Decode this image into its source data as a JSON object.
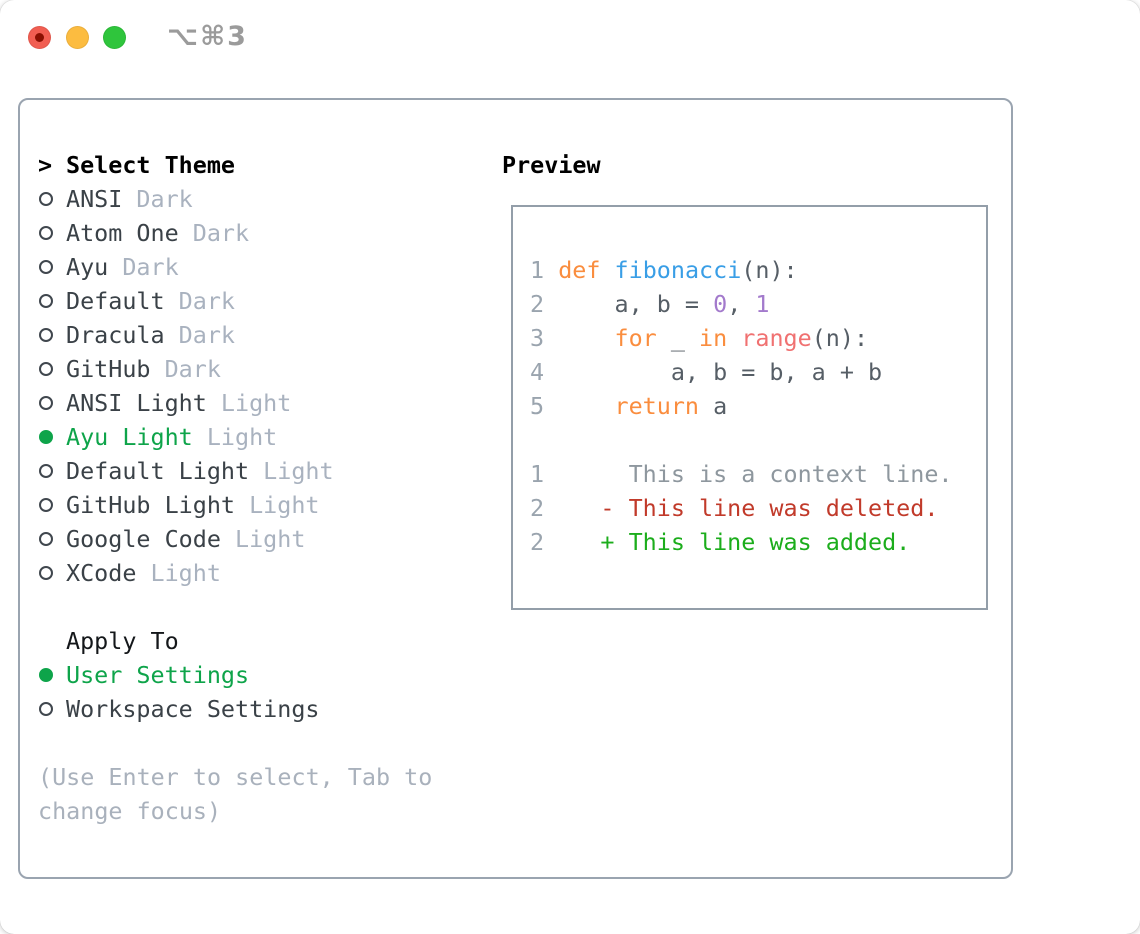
{
  "window": {
    "title": "⌥⌘3",
    "traffic_lights": [
      "close",
      "minimize",
      "zoom"
    ]
  },
  "left": {
    "prompt": ">",
    "title": "Select Theme",
    "themes": [
      {
        "name": "ANSI",
        "variant": "Dark",
        "selected": false
      },
      {
        "name": "Atom One",
        "variant": "Dark",
        "selected": false
      },
      {
        "name": "Ayu",
        "variant": "Dark",
        "selected": false
      },
      {
        "name": "Default",
        "variant": "Dark",
        "selected": false
      },
      {
        "name": "Dracula",
        "variant": "Dark",
        "selected": false
      },
      {
        "name": "GitHub",
        "variant": "Dark",
        "selected": false
      },
      {
        "name": "ANSI Light",
        "variant": "Light",
        "selected": false
      },
      {
        "name": "Ayu Light",
        "variant": "Light",
        "selected": true
      },
      {
        "name": "Default Light",
        "variant": "Light",
        "selected": false
      },
      {
        "name": "GitHub Light",
        "variant": "Light",
        "selected": false
      },
      {
        "name": "Google Code",
        "variant": "Light",
        "selected": false
      },
      {
        "name": "XCode",
        "variant": "Light",
        "selected": false
      }
    ],
    "apply_title": "Apply To",
    "apply_targets": [
      {
        "name": "User Settings",
        "selected": true
      },
      {
        "name": "Workspace Settings",
        "selected": false
      }
    ],
    "help": [
      "(Use Enter to select, Tab to",
      "change focus)"
    ]
  },
  "preview": {
    "title": "Preview",
    "code_lines": [
      {
        "num": "1",
        "tokens": [
          {
            "t": " ",
            "c": "plain"
          },
          {
            "t": "def",
            "c": "keyword"
          },
          {
            "t": " ",
            "c": "plain"
          },
          {
            "t": "fibonacci",
            "c": "function"
          },
          {
            "t": "(n):",
            "c": "plain"
          }
        ]
      },
      {
        "num": "2",
        "tokens": [
          {
            "t": "     a, b = ",
            "c": "plain"
          },
          {
            "t": "0",
            "c": "number"
          },
          {
            "t": ", ",
            "c": "plain"
          },
          {
            "t": "1",
            "c": "number"
          }
        ]
      },
      {
        "num": "3",
        "tokens": [
          {
            "t": "     ",
            "c": "plain"
          },
          {
            "t": "for",
            "c": "keyword"
          },
          {
            "t": " _ ",
            "c": "plain"
          },
          {
            "t": "in",
            "c": "keyword"
          },
          {
            "t": " ",
            "c": "plain"
          },
          {
            "t": "range",
            "c": "range"
          },
          {
            "t": "(n):",
            "c": "plain"
          }
        ]
      },
      {
        "num": "4",
        "tokens": [
          {
            "t": "         a, b = b, a + b",
            "c": "plain"
          }
        ]
      },
      {
        "num": "5",
        "tokens": [
          {
            "t": "     ",
            "c": "plain"
          },
          {
            "t": "return",
            "c": "keyword"
          },
          {
            "t": " a",
            "c": "plain"
          }
        ]
      },
      {
        "num": "",
        "tokens": []
      },
      {
        "num": "1",
        "tokens": [
          {
            "t": "      This is a context line.",
            "c": "context"
          }
        ]
      },
      {
        "num": "2",
        "tokens": [
          {
            "t": "    - This line was deleted.",
            "c": "deleted"
          }
        ]
      },
      {
        "num": "2",
        "tokens": [
          {
            "t": "    + This line was added.",
            "c": "added"
          }
        ]
      }
    ]
  },
  "colors": {
    "accent_green": "#0ea44a",
    "panel_border": "#9aa4b0",
    "preview_border": "#939ea9",
    "muted_text": "#a9b2bf",
    "item_text": "#3a4147",
    "line_number": "#9aa4ae",
    "syntax_keyword": "#fa8d3e",
    "syntax_function": "#399ee6",
    "syntax_number": "#a37acc",
    "syntax_range": "#f07171",
    "diff_context": "#8e979e",
    "diff_deleted": "#c13a2a",
    "diff_added": "#1cad1c",
    "traffic_red": "#f15e52",
    "traffic_yellow": "#fcbc40",
    "traffic_green": "#2fc53c",
    "title_text": "#9b9b9b"
  }
}
